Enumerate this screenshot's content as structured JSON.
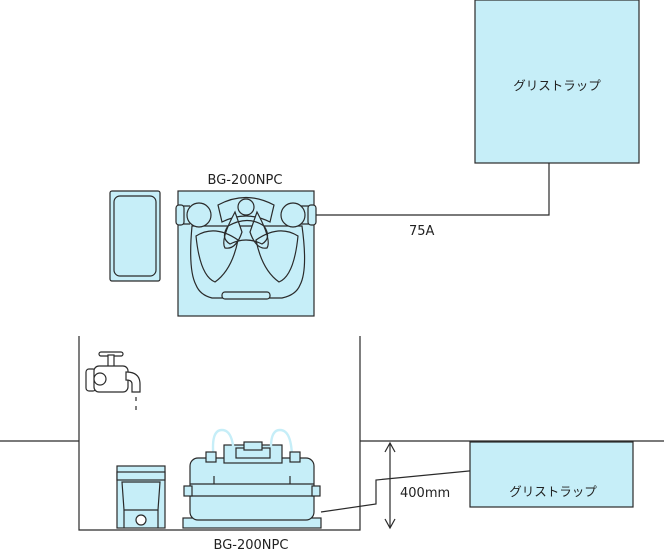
{
  "labels": {
    "grease_trap_top": "グリストラップ",
    "model_top": "BG-200NPC",
    "pipe_size": "75A",
    "grease_trap_bottom": "グリストラップ",
    "depth": "400mm",
    "model_bottom": "BG-200NPC"
  },
  "colors": {
    "equipment_fill": "#c6eef8",
    "line": "#2a2a2a",
    "background": "#ffffff"
  },
  "icons": {
    "faucet": "faucet-icon",
    "dimension_arrow": "double-arrow-icon"
  }
}
